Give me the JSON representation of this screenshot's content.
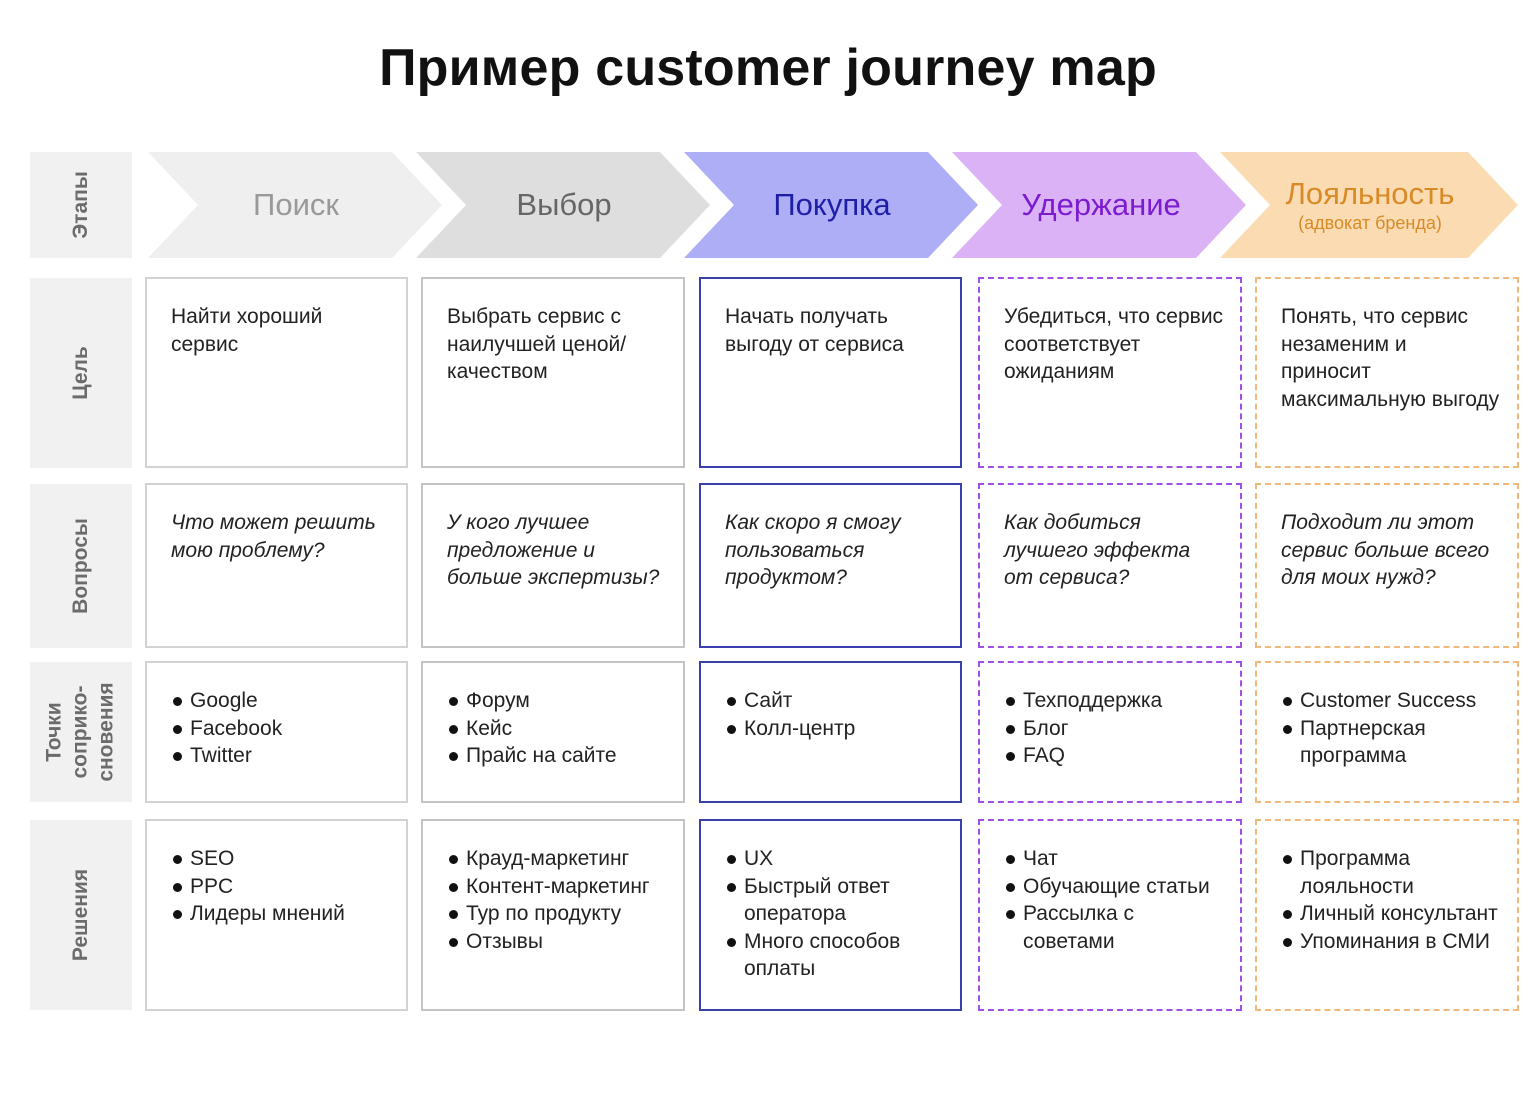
{
  "title": "Пример customer journey map",
  "row_labels": [
    "Этапы",
    "Цель",
    "Вопросы",
    "Точки\nсоприко-\nсновения",
    "Решения"
  ],
  "stages": [
    {
      "label": "Поиск",
      "sub": "",
      "fill": "#efefef",
      "text_color": "#999999"
    },
    {
      "label": "Выбор",
      "sub": "",
      "fill": "#dedede",
      "text_color": "#666666"
    },
    {
      "label": "Покупка",
      "sub": "",
      "fill": "#aeaef7",
      "text_color": "#1e1ea6"
    },
    {
      "label": "Удержание",
      "sub": "",
      "fill": "#dcb2f6",
      "text_color": "#7b1ccf"
    },
    {
      "label": "Лояльность",
      "sub": "(адвокат бренда)",
      "fill": "#fbdcb2",
      "text_color": "#d88a27"
    }
  ],
  "goals": [
    "Найти хороший сервис",
    "Выбрать сервис с наилучшей ценой/качеством",
    "Начать получать выгоду от сервиса",
    "Убедиться, что сервис соответствует ожиданиям",
    "Понять, что сервис незаменим и приносит максимальную выгоду"
  ],
  "questions": [
    "Что может решить мою проблему?",
    "У кого лучшее предложение и больше экспертизы?",
    "Как скоро я смогу пользоваться продуктом?",
    "Как добиться лучшего эффекта от сервиса?",
    "Подходит ли этот сервис больше всего для моих нужд?"
  ],
  "touchpoints": [
    [
      "Google",
      "Facebook",
      "Twitter"
    ],
    [
      "Форум",
      "Кейс",
      "Прайс на сайте"
    ],
    [
      "Сайт",
      "Колл-центр"
    ],
    [
      "Техподдержка",
      "Блог",
      "FAQ"
    ],
    [
      "Customer Success",
      "Партнерская программа"
    ]
  ],
  "solutions": [
    [
      "SEO",
      "PPC",
      "Лидеры мнений"
    ],
    [
      "Крауд-маркетинг",
      "Контент-маркетинг",
      "Тур по продукту",
      "Отзывы"
    ],
    [
      "UX",
      "Быстрый ответ оператора",
      "Много способов оплаты"
    ],
    [
      "Чат",
      "Обучающие статьи",
      "Рассылка с советами"
    ],
    [
      "Программа лояльности",
      "Личный консультант",
      "Упоминания в СМИ"
    ]
  ]
}
